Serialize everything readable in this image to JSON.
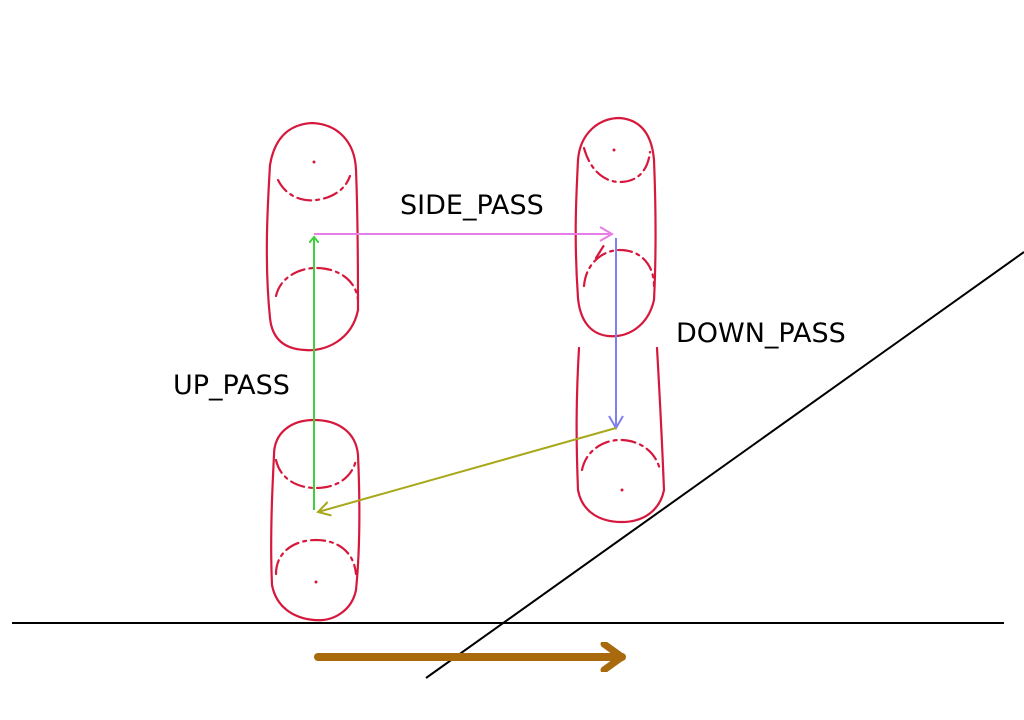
{
  "labels": {
    "up_pass": "UP_PASS",
    "side_pass": "SIDE_PASS",
    "down_pass": "DOWN_PASS"
  },
  "colors": {
    "leg": "#d6183c",
    "up_pass": "#3fcf3f",
    "side_pass": "#e67ee6",
    "down_pass": "#7f7ff0",
    "return_path": "#a8a81a",
    "motion_arrow": "#a86a0c",
    "lines": "#000000"
  }
}
